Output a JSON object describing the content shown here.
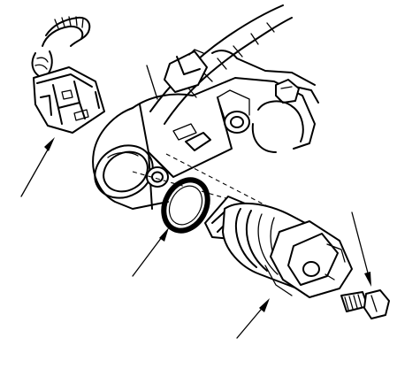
{
  "diagram": {
    "callouts": [
      {
        "target": "connector"
      },
      {
        "target": "o-ring"
      },
      {
        "target": "sensor"
      },
      {
        "target": "bolt"
      }
    ]
  }
}
